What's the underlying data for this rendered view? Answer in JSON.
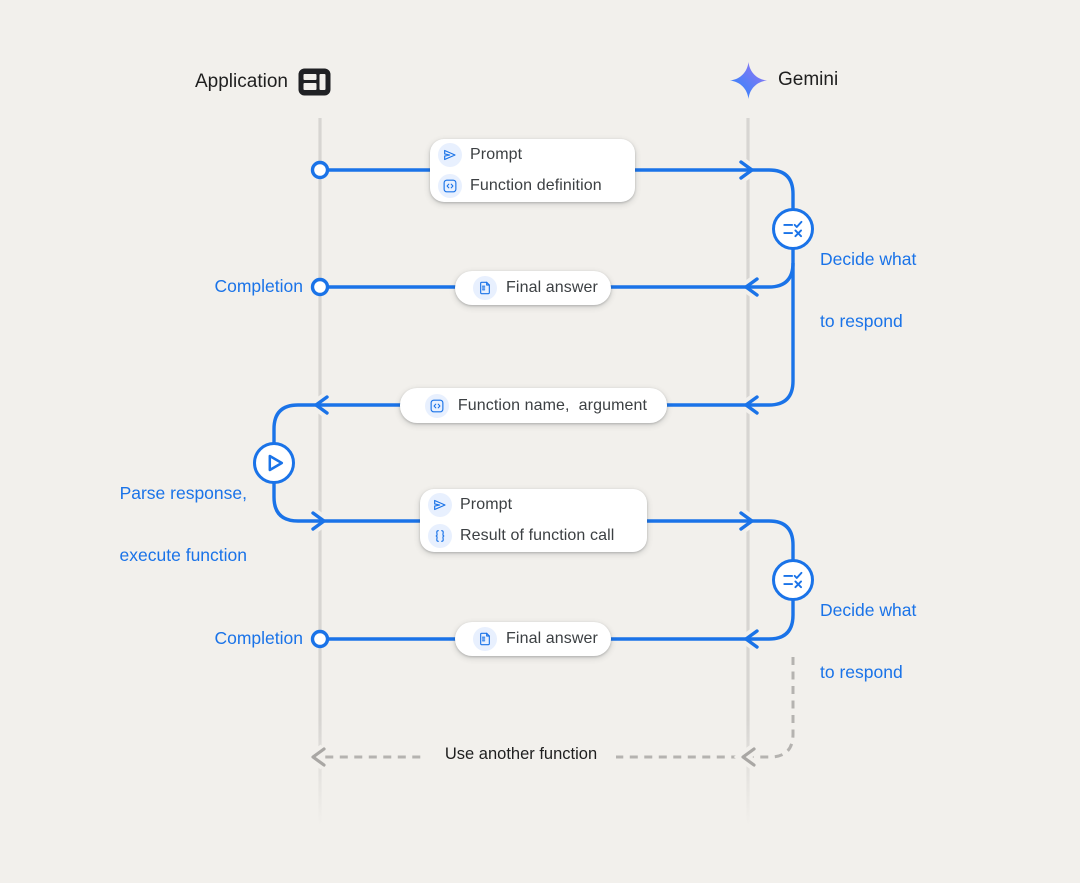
{
  "header": {
    "application": {
      "label": "Application",
      "icon": "application-window-icon"
    },
    "gemini": {
      "label": "Gemini",
      "icon": "gemini-star-icon"
    }
  },
  "messages": {
    "prompt_function_definition": {
      "direction": "application-to-gemini",
      "rows": [
        {
          "icon": "send-icon",
          "label": "Prompt"
        },
        {
          "icon": "code-block-icon",
          "label": "Function definition"
        }
      ]
    },
    "final_answer_1": {
      "direction": "gemini-to-application",
      "rows": [
        {
          "icon": "document-icon",
          "label": "Final answer"
        }
      ]
    },
    "function_name_argument": {
      "direction": "gemini-to-application",
      "rows": [
        {
          "icon": "code-block-icon",
          "label": "Function name,  argument"
        }
      ]
    },
    "prompt_result_of_function_call": {
      "direction": "application-to-gemini",
      "rows": [
        {
          "icon": "send-icon",
          "label": "Prompt"
        },
        {
          "icon": "braces-icon",
          "label": "Result of function call"
        }
      ]
    },
    "final_answer_2": {
      "direction": "gemini-to-application",
      "rows": [
        {
          "icon": "document-icon",
          "label": "Final answer"
        }
      ]
    },
    "use_another_function": {
      "direction": "gemini-to-application",
      "style": "dashed",
      "label": "Use another function"
    }
  },
  "annotations": {
    "completion_1": "Completion",
    "completion_2": "Completion",
    "decide_1": {
      "line1": "Decide what",
      "line2": "to respond",
      "icon": "rule-icon"
    },
    "decide_2": {
      "line1": "Decide what",
      "line2": "to respond",
      "icon": "rule-icon"
    },
    "parse_execute": {
      "line1": "Parse response,",
      "line2": "execute function",
      "icon": "play-icon"
    }
  },
  "colors": {
    "background": "#f2f0ec",
    "accent_blue": "#1a73e8",
    "icon_chip_background": "#e8f0fe",
    "box_text": "#3c4043",
    "dark_text": "#1f1f1f",
    "lifeline_gray": "#d7d5d2",
    "dashed_gray": "#b5b3b0",
    "gemini_gradient_start": "#2582ff",
    "gemini_gradient_end": "#9d72f3"
  }
}
